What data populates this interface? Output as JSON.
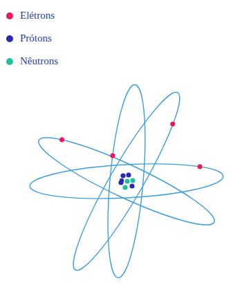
{
  "diagram": {
    "legend": [
      {
        "text": "Elétrons",
        "color": "#e8185a"
      },
      {
        "text": "Prótons",
        "color": "#2a2ab0"
      },
      {
        "text": "Nêutrons",
        "color": "#22c09a"
      }
    ]
  }
}
